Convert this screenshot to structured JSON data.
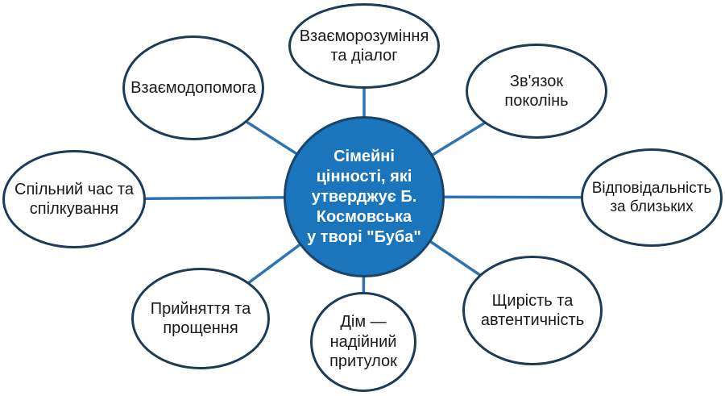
{
  "diagram": {
    "center": {
      "label": "Сімейні\nцінності, які\nутверджує Б.\nКосмовська\nу творі \"Буба\""
    },
    "nodes": [
      {
        "label": "Взаєморозуміння\nта діалог"
      },
      {
        "label": "Зв'язок\nпоколінь"
      },
      {
        "label": "Відповідальність\nза близьких"
      },
      {
        "label": "Щирість та\nавтентичність"
      },
      {
        "label": "Дім —\nнадійний\nпритулок"
      },
      {
        "label": "Прийняття та\nпрощення"
      },
      {
        "label": "Спільний час та\nспілкування"
      },
      {
        "label": "Взаємодопомога"
      }
    ],
    "colors": {
      "background": "#ffffff",
      "center_fill": "#1b75bc",
      "center_border": "#1b4466",
      "center_text": "#ffffff",
      "ellipse_border": "#1d3a57",
      "connector": "#2e74b5",
      "text": "#1a1a1a"
    }
  }
}
